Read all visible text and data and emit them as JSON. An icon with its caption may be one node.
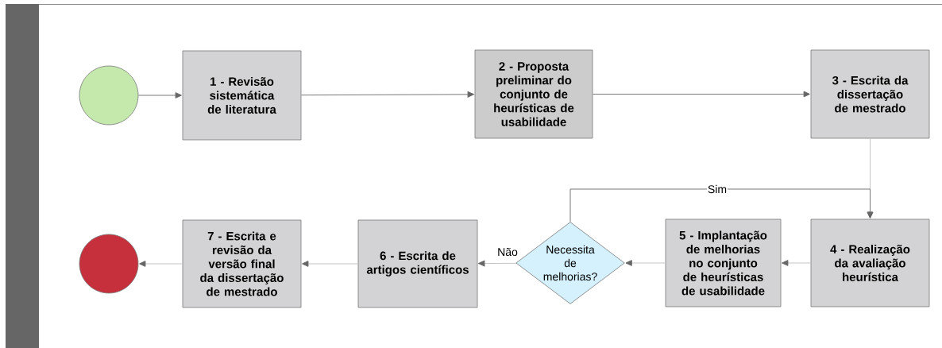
{
  "diagram": {
    "nodes": [
      {
        "text": [],
        "shape": "circle"
      },
      {
        "text": [
          "1 - Revisão sistemática de literatura"
        ]
      },
      {
        "text": [
          "2 - Proposta preliminar do conjunto de heurísticas de usabilidade"
        ]
      },
      {
        "text": [
          "3 - Escrita da dissertação de mestrado"
        ]
      },
      {
        "text": [
          "4 - Realização da avaliação heurística"
        ]
      },
      {
        "text": [
          "5 - Implantação de melhorias no conjunto de heurísticas de usabilidade"
        ]
      },
      {
        "text": [
          "Necessita de melhorias?"
        ]
      },
      {
        "text": [
          "6 - Escrita de artigos científicos"
        ]
      },
      {
        "text": [
          "7 - Escrita e revisão da versão final da dissertação de mestrado"
        ]
      },
      {
        "text": [],
        "shape": "circle"
      }
    ],
    "edges": [
      {
        "from": 0,
        "to": 1,
        "arrow": "to",
        "color": "#777777"
      },
      {
        "from": 1,
        "to": 2,
        "arrow": "to",
        "color": "#777777"
      },
      {
        "from": 2,
        "to": 3,
        "arrow": "to",
        "color": "#777777"
      },
      {
        "from": 3,
        "to": 4,
        "arrow": "to"
      },
      {
        "from": 4,
        "to": 5,
        "arrow": "to"
      },
      {
        "from": 5,
        "to": 6,
        "arrow": "to"
      },
      {
        "from": 6,
        "to": 4,
        "arrow": "to",
        "label": "Sim",
        "color": "#777777"
      },
      {
        "from": 6,
        "to": 7,
        "arrow": "to",
        "label": "Não"
      },
      {
        "from": 7,
        "to": 8,
        "arrow": "to"
      },
      {
        "from": 8,
        "to": 9,
        "arrow": "to"
      }
    ]
  }
}
